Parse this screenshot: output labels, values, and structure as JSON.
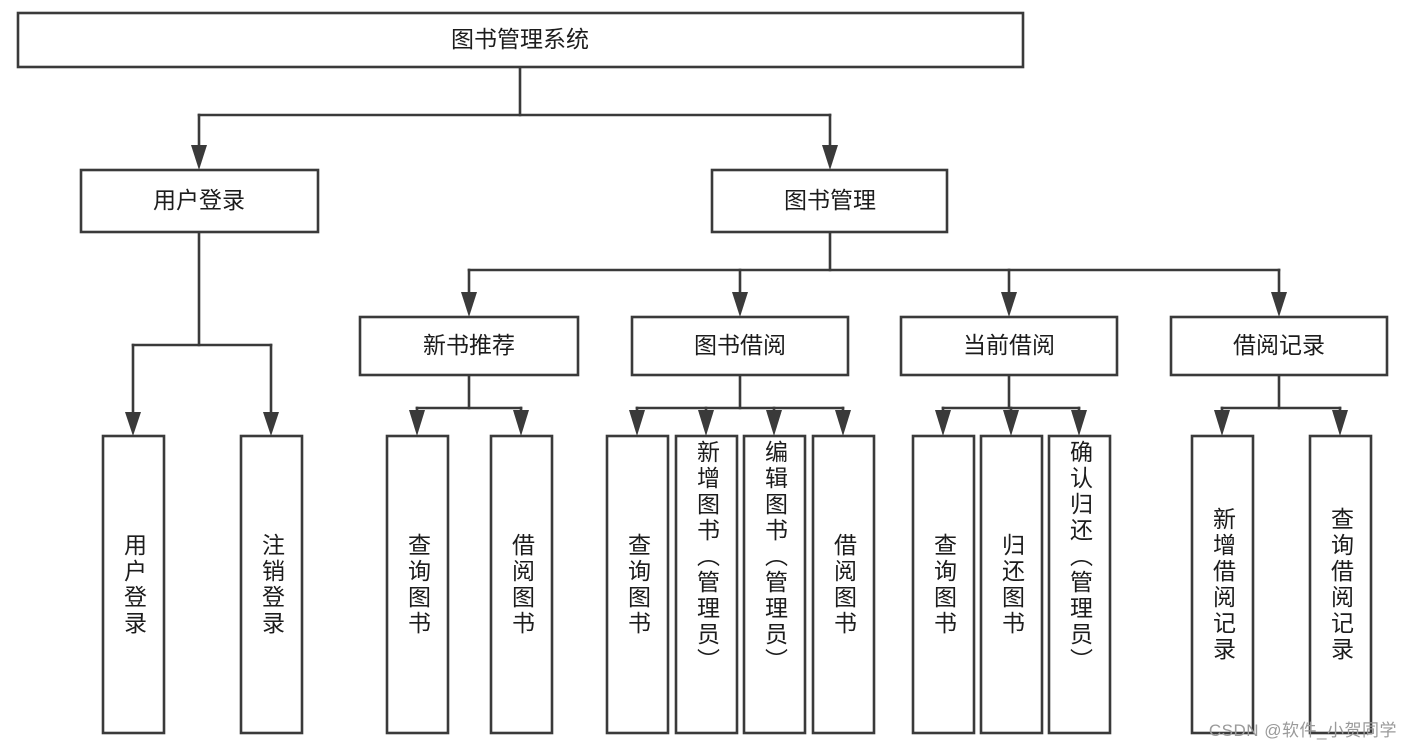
{
  "diagram": {
    "type": "hierarchy-tree",
    "title": "图书管理系统",
    "watermark": "CSDN @软件_小贺同学",
    "colors": {
      "box_stroke": "#3a3a3a",
      "box_fill": "#ffffff",
      "text": "#1c1c1c",
      "watermark": "#9a9a9a",
      "background": "#ffffff"
    },
    "root": {
      "label": "图书管理系统"
    },
    "level2": [
      {
        "label": "用户登录"
      },
      {
        "label": "图书管理"
      }
    ],
    "level3": [
      {
        "label": "新书推荐"
      },
      {
        "label": "图书借阅"
      },
      {
        "label": "当前借阅"
      },
      {
        "label": "借阅记录"
      }
    ],
    "leaves": [
      {
        "label": "用户登录",
        "parent": "用户登录"
      },
      {
        "label": "注销登录",
        "parent": "用户登录"
      },
      {
        "label": "查询图书",
        "parent": "新书推荐"
      },
      {
        "label": "借阅图书",
        "parent": "新书推荐"
      },
      {
        "label": "查询图书",
        "parent": "图书借阅"
      },
      {
        "label": "新增图书（管理员）",
        "parent": "图书借阅"
      },
      {
        "label": "编辑图书（管理员）",
        "parent": "图书借阅"
      },
      {
        "label": "借阅图书",
        "parent": "图书借阅"
      },
      {
        "label": "查询图书",
        "parent": "当前借阅"
      },
      {
        "label": "归还图书",
        "parent": "当前借阅"
      },
      {
        "label": "确认归还（管理员）",
        "parent": "当前借阅"
      },
      {
        "label": "新增借阅记录",
        "parent": "借阅记录"
      },
      {
        "label": "查询借阅记录",
        "parent": "借阅记录"
      }
    ]
  }
}
